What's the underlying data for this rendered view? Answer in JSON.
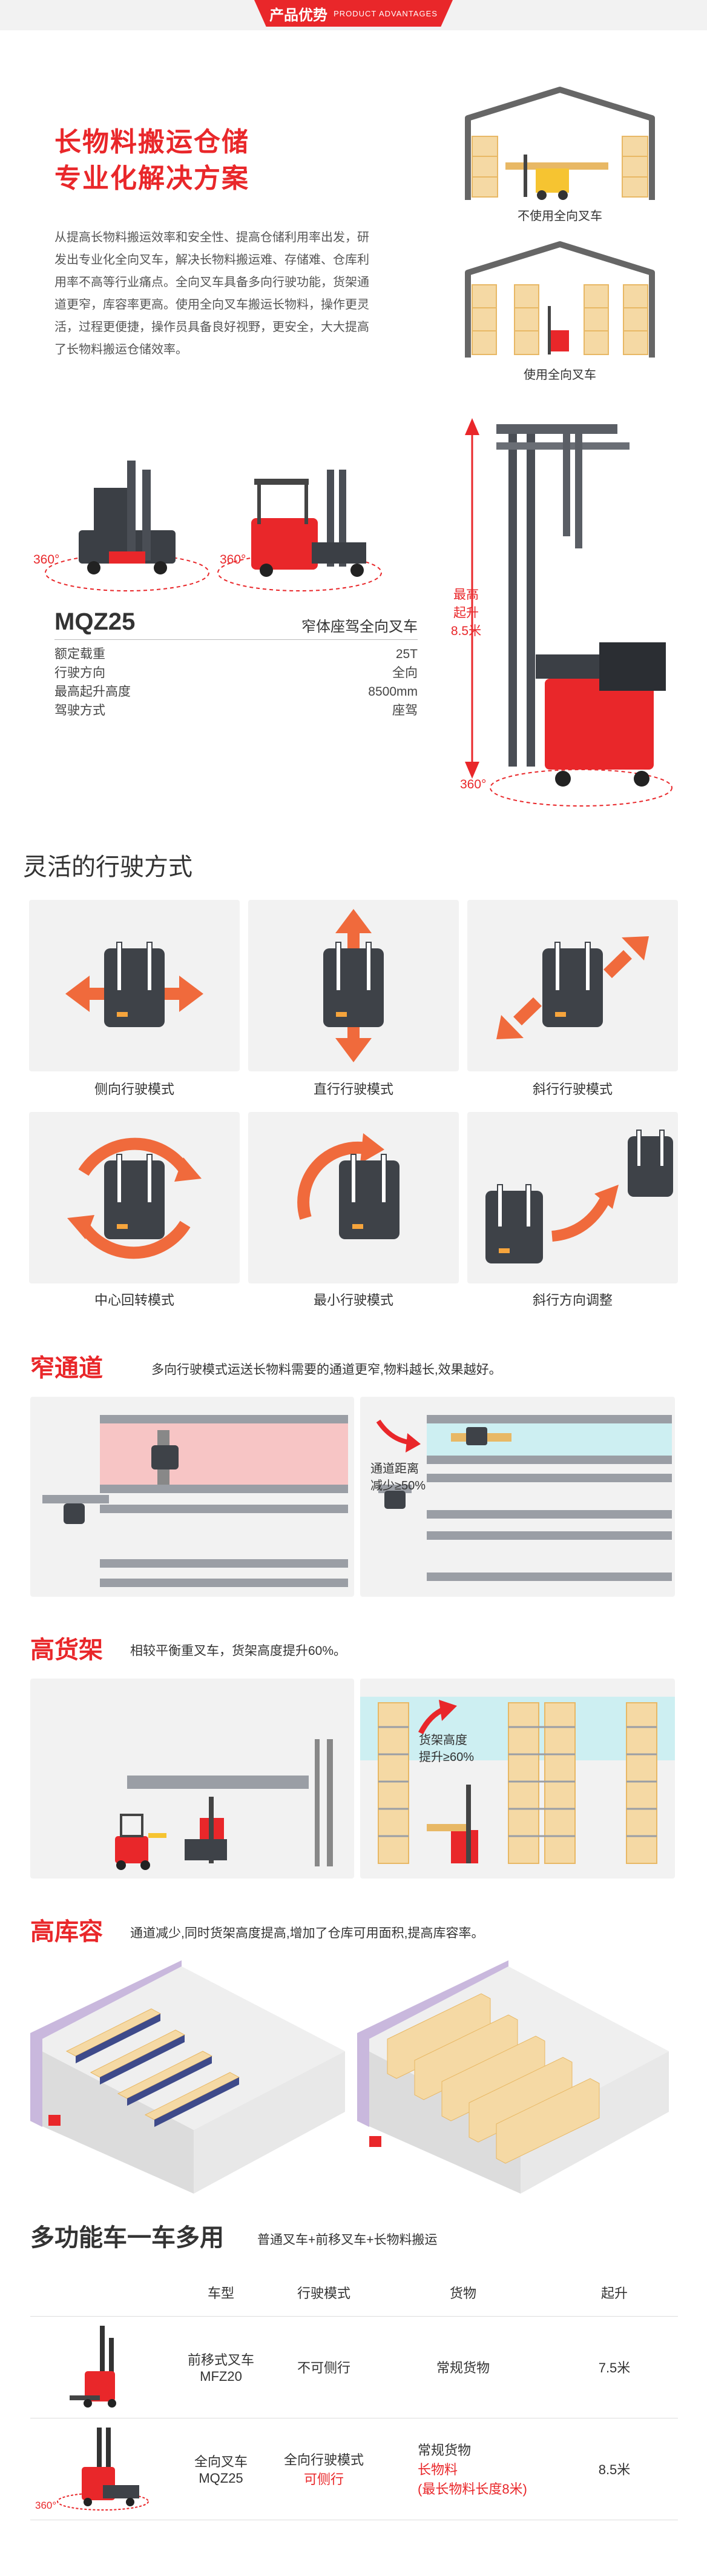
{
  "banner": {
    "title": "产品优势",
    "subtitle": "PRODUCT ADVANTAGES"
  },
  "hero": {
    "title_line1": "长物料搬运仓储",
    "title_line2": "专业化解决方案",
    "body_lines": [
      "从提高长物料搬运效率和安全性、提高仓储利用率出发，研",
      "发出专业化全向叉车，解决长物料搬运难、存储难、仓库利",
      "用率不高等行业痛点。全向叉车具备多向行驶功能，货架通",
      "道更窄，库容率更高。使用全向叉车搬运长物料，操作更灵",
      "活，过程更便捷，操作员具备良好视野，更安全，大大提高",
      "了长物料搬运仓储效率。"
    ],
    "warehouse_no": "不使用全向叉车",
    "warehouse_yes": "使用全向叉车"
  },
  "rotate_label": "360°",
  "lift_label_line1": "最高起升",
  "lift_label_line2": "8.5米",
  "model": {
    "code": "MQZ25",
    "name": "窄体座驾全向叉车",
    "specs": [
      {
        "label": "额定载重",
        "value": "25T"
      },
      {
        "label": "行驶方向",
        "value": "全向"
      },
      {
        "label": "最高起升高度",
        "value": "8500mm"
      },
      {
        "label": "驾驶方式",
        "value": "座驾"
      }
    ]
  },
  "modes": {
    "title": "灵活的行驶方式",
    "items": [
      "侧向行驶模式",
      "直行行驶模式",
      "斜行行驶模式",
      "中心回转模式",
      "最小行驶模式",
      "斜行方向调整"
    ]
  },
  "narrow": {
    "title": "窄通道",
    "desc": "多向行驶模式运送长物料需要的通道更窄,物料越长,效果越好。",
    "callout_line1": "通道距离",
    "callout_line2": "减少≥50%"
  },
  "rack": {
    "title": "高货架",
    "desc": "相较平衡重叉车，货架高度提升60%。",
    "callout_line1": "货架高度",
    "callout_line2": "提升≥60%"
  },
  "capacity": {
    "title": "高库容",
    "desc": "通道减少,同时货架高度提高,增加了仓库可用面积,提高库容率。"
  },
  "multi": {
    "title": "多功能车一车多用",
    "desc": "普通叉车+前移叉车+长物料搬运",
    "headers": [
      "车型",
      "行驶模式",
      "货物",
      "起升"
    ],
    "rows": [
      {
        "model_line1": "前移式叉车",
        "model_line2": "MFZ20",
        "mode_line1": "不可侧行",
        "mode_line2": "",
        "cargo_line1": "常规货物",
        "cargo_line2": "",
        "cargo_line3": "",
        "lift": "7.5米"
      },
      {
        "model_line1": "全向叉车",
        "model_line2": "MQZ25",
        "mode_line1": "全向行驶模式",
        "mode_line2": "可侧行",
        "cargo_line1": "常规货物",
        "cargo_line2": "长物料",
        "cargo_line3": "(最长物料长度8米)",
        "lift": "8.5米"
      }
    ]
  },
  "colors": {
    "brand_red": "#e9272a",
    "card_grey": "#f2f2f2",
    "arrow_orange": "#f06a3c"
  }
}
